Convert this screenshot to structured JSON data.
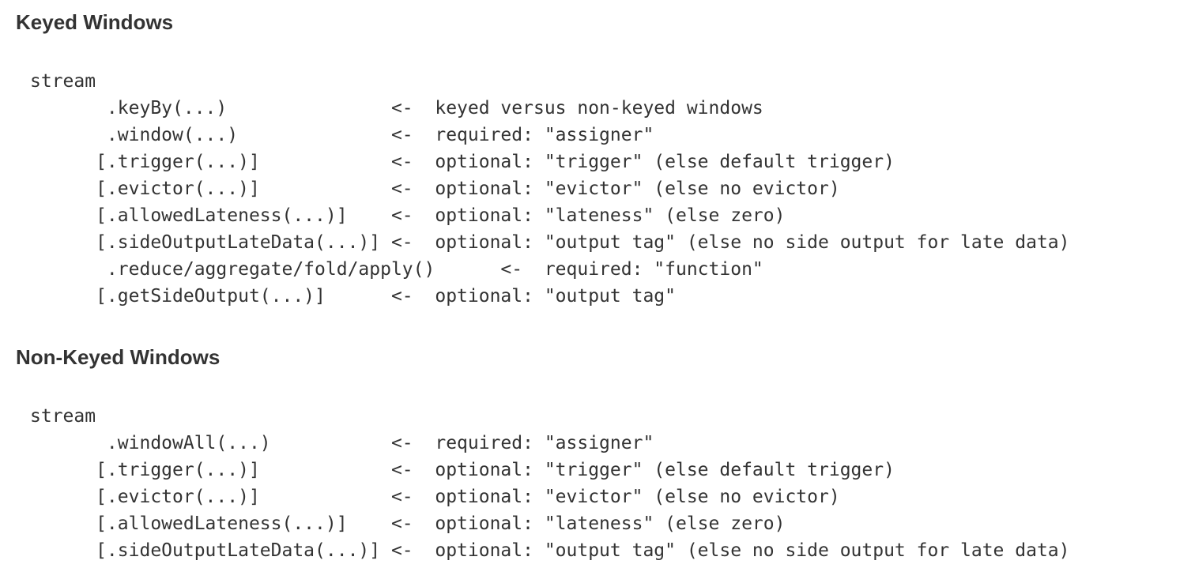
{
  "sections": [
    {
      "heading": "Keyed Windows",
      "lines": [
        "stream",
        "       .keyBy(...)               <-  keyed versus non-keyed windows",
        "       .window(...)              <-  required: \"assigner\"",
        "      [.trigger(...)]            <-  optional: \"trigger\" (else default trigger)",
        "      [.evictor(...)]            <-  optional: \"evictor\" (else no evictor)",
        "      [.allowedLateness(...)]    <-  optional: \"lateness\" (else zero)",
        "      [.sideOutputLateData(...)] <-  optional: \"output tag\" (else no side output for late data)",
        "       .reduce/aggregate/fold/apply()      <-  required: \"function\"",
        "      [.getSideOutput(...)]      <-  optional: \"output tag\""
      ]
    },
    {
      "heading": "Non-Keyed Windows",
      "lines": [
        "stream",
        "       .windowAll(...)           <-  required: \"assigner\"",
        "      [.trigger(...)]            <-  optional: \"trigger\" (else default trigger)",
        "      [.evictor(...)]            <-  optional: \"evictor\" (else no evictor)",
        "      [.allowedLateness(...)]    <-  optional: \"lateness\" (else zero)",
        "      [.sideOutputLateData(...)] <-  optional: \"output tag\" (else no side output for late data)"
      ]
    }
  ]
}
